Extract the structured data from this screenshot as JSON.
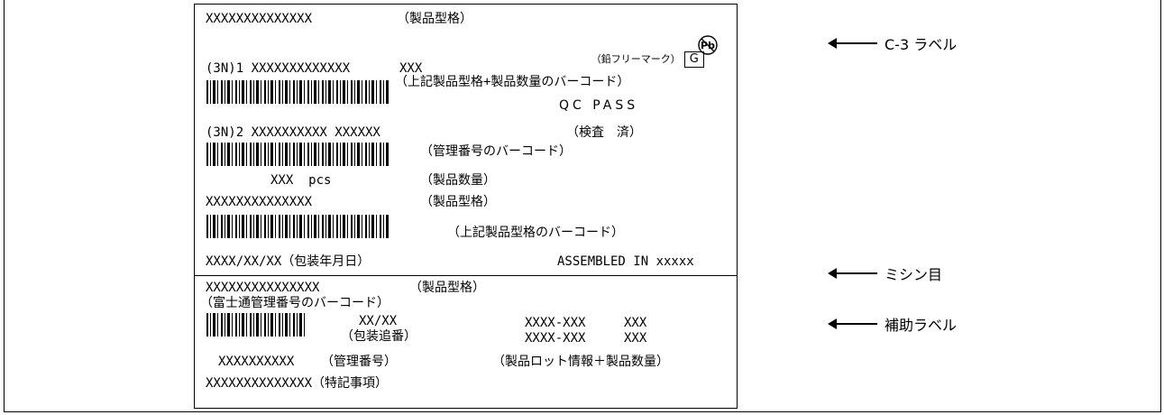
{
  "top": {
    "model": "XXXXXXXXXXXXXX",
    "model_desc": "（製品型格）",
    "lead_free": "（鉛フリーマーク）",
    "g_mark": "G",
    "pb_mark": "Pb",
    "line1_prefix": "(3N)1 XXXXXXXXXXXXX",
    "line1_qty": "XXX",
    "line1_desc": "（上記製品型格+製品数量のバーコード）",
    "qc_pass": "QC PASS",
    "inspected": "（検査　済）",
    "line2": "(3N)2 XXXXXXXXXX XXXXXX",
    "line2_desc": "（管理番号のバーコード）",
    "quantity": "XXX  pcs",
    "quantity_desc": "（製品数量）",
    "model2": "XXXXXXXXXXXXXX",
    "model2_desc": "（製品型格）",
    "barcode3_desc": "（上記製品型格のバーコード）",
    "date": "XXXX/XX/XX（包装年月日）",
    "assembled": "ASSEMBLED IN xxxxx"
  },
  "bottom": {
    "model": "XXXXXXXXXXXXXXX",
    "model_desc": "（製品型格）",
    "fujitsu_barcode_desc": "（富士通管理番号のバーコード）",
    "seq": "XX/XX",
    "seq_desc": "（包装追番）",
    "lot1": "XXXX-XXX",
    "lot1_qty": "XXX",
    "lot2": "XXXX-XXX",
    "lot2_qty": "XXX",
    "mgmt_no": "XXXXXXXXXX",
    "mgmt_desc": "（管理番号）",
    "lot_desc": "（製品ロット情報＋製品数量）",
    "special": "XXXXXXXXXXXXXX（特記事項）"
  },
  "callouts": {
    "c3": "C-3 ラベル",
    "perforation": "ミシン目",
    "aux": "補助ラベル"
  }
}
